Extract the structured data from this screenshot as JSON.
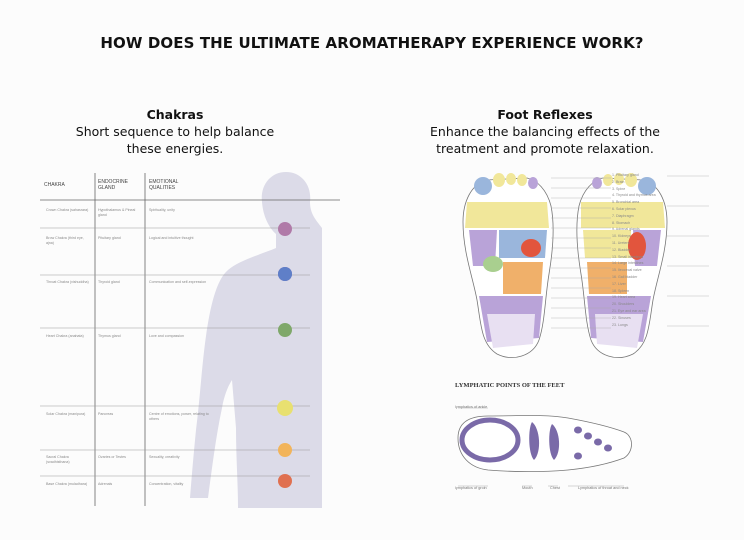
{
  "slide": {
    "title": "HOW DOES THE ULTIMATE AROMATHERAPY EXPERIENCE WORK?"
  },
  "chakras": {
    "heading": "Chakras",
    "line1": "Short sequence to help balance",
    "line2": "these energies.",
    "columns": [
      "Chakra",
      "Endocrine gland",
      "Emotional qualities"
    ],
    "rows": [
      {
        "chakra": "Crown Chakra (sahasrara)",
        "gland": "Hypothalamus & Pineal gland",
        "quality": "Spirituality, unity",
        "color": "#b07aa8"
      },
      {
        "chakra": "Brow Chakra (third eye, ajna)",
        "gland": "Pituitary gland",
        "quality": "Logical and intuitive thought",
        "color": "#8a6fb8"
      },
      {
        "chakra": "Throat Chakra (vishuddha)",
        "gland": "Thyroid gland",
        "quality": "Communication and self-expression",
        "color": "#5f7fc8"
      },
      {
        "chakra": "Heart Chakra (anahata)",
        "gland": "Thymus gland",
        "quality": "Love and compassion",
        "color": "#7fa86a"
      },
      {
        "chakra": "Solar Chakra (manipura)",
        "gland": "Pancreas",
        "quality": "Centre of emotions, power, relating to others",
        "color": "#e8e070"
      },
      {
        "chakra": "Sacral Chakra (svadhisthana)",
        "gland": "Ovaries or Testes",
        "quality": "Sexuality, creativity",
        "color": "#f2b45a"
      },
      {
        "chakra": "Base Chakra (muladhara)",
        "gland": "Adrenals",
        "quality": "Concentration, vitality",
        "color": "#e07050"
      }
    ]
  },
  "foot_reflexes": {
    "heading": "Foot Reflexes",
    "line1": "Enhance the balancing effects of the",
    "line2": "treatment and promote relaxation.",
    "legend": [
      "1. Pituitary gland",
      "2. Brain",
      "3. Spine",
      "4. Thyroid and thymus area",
      "5. Bronchial area",
      "6. Solar plexus",
      "7. Diaphragm",
      "8. Stomach",
      "9. Adrenal glands",
      "10. Kidneys",
      "11. Ureters",
      "12. Bladder",
      "13. Small intestines",
      "14. Large intestines",
      "15. Ileocecal valve",
      "16. Gall bladder",
      "17. Liver",
      "18. Spleen",
      "19. Heart area",
      "20. Shoulders",
      "21. Eye and ear area",
      "22. Sinuses",
      "23. Lungs"
    ],
    "colors": {
      "yellow": "#f1e79a",
      "purple": "#b9a3d8",
      "blue": "#9ab6dc",
      "orange": "#f0b06a",
      "red": "#e2553d",
      "green": "#a9cf8f"
    }
  },
  "lymphatic": {
    "title": "LYMPHATIC POINTS OF THE FEET",
    "labels": [
      "lymphatics of ankle",
      "lymphatics of groin",
      "Mouth",
      "Chest",
      "Lymphatics of throat and neck"
    ]
  }
}
